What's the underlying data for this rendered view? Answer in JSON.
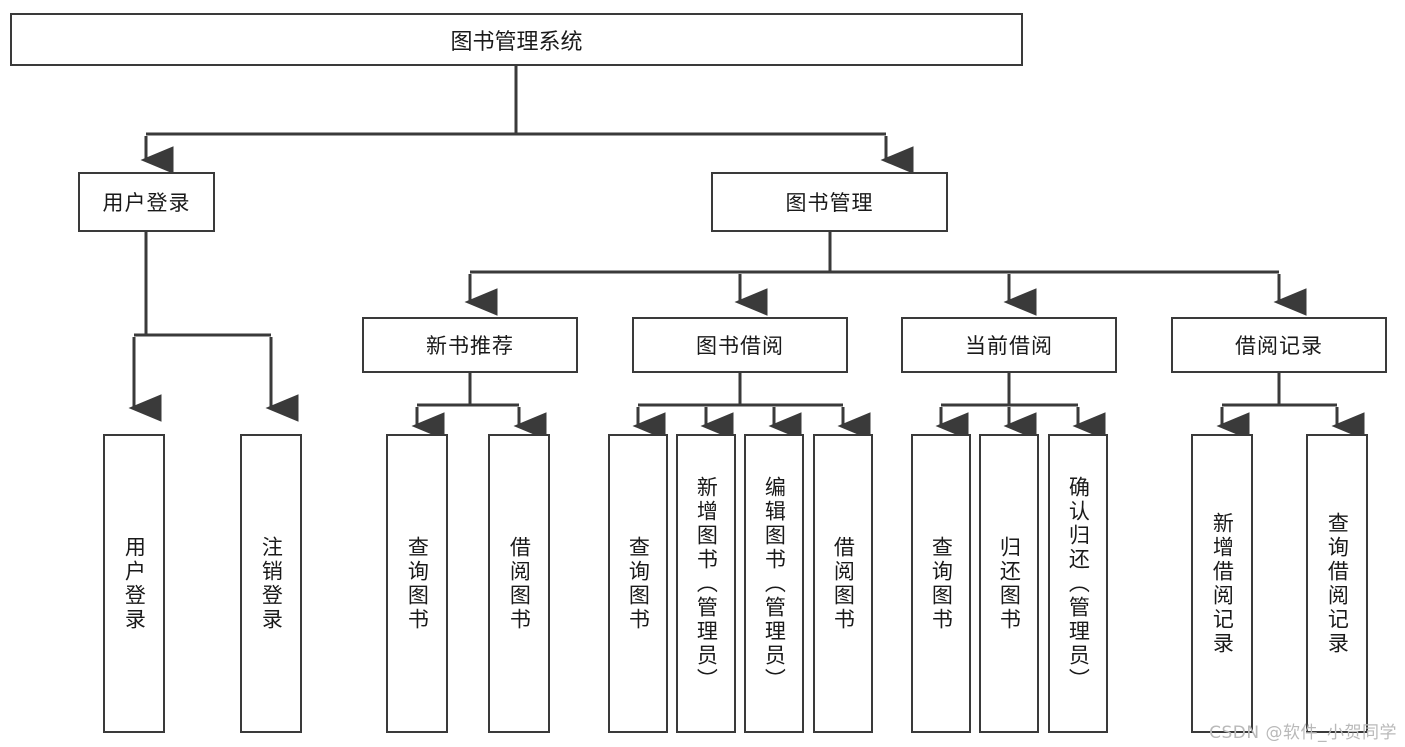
{
  "diagram": {
    "title": "图书管理系统",
    "type": "hierarchy-tree",
    "root": {
      "label": "图书管理系统"
    },
    "level1": [
      {
        "label": "用户登录"
      },
      {
        "label": "图书管理"
      }
    ],
    "level2": [
      {
        "label": "新书推荐"
      },
      {
        "label": "图书借阅"
      },
      {
        "label": "当前借阅"
      },
      {
        "label": "借阅记录"
      }
    ],
    "leaves": {
      "user_login": [
        {
          "label": "用户登录"
        },
        {
          "label": "注销登录"
        }
      ],
      "new_book_recommend": [
        {
          "label": "查询图书"
        },
        {
          "label": "借阅图书"
        }
      ],
      "book_borrow": [
        {
          "label": "查询图书"
        },
        {
          "label": "新增图书（管理员）"
        },
        {
          "label": "编辑图书（管理员）"
        },
        {
          "label": "借阅图书"
        }
      ],
      "current_borrow": [
        {
          "label": "查询图书"
        },
        {
          "label": "归还图书"
        },
        {
          "label": "确认归还（管理员）"
        }
      ],
      "borrow_record": [
        {
          "label": "新增借阅记录"
        },
        {
          "label": "查询借阅记录"
        }
      ]
    }
  },
  "watermark": {
    "text": "CSDN @软件_小贺同学"
  },
  "colors": {
    "stroke": "#3a3a3a",
    "fill": "#ffffff",
    "text": "#1a1a1a",
    "watermark": "#b9b9b9"
  }
}
